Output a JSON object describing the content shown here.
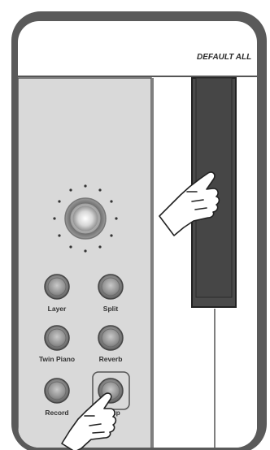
{
  "header": {
    "label": "DEFAULT ALL"
  },
  "buttons": {
    "layer": "Layer",
    "split": "Split",
    "twin_piano": "Twin Piano",
    "reverb": "Reverb",
    "record": "Record",
    "setup": "Setup"
  },
  "icons": {
    "hand_on_key": "pointing-hand-icon",
    "hand_on_button": "pointing-hand-icon"
  },
  "colors": {
    "frame": "#5a5a5a",
    "panel": "#d9d9d9",
    "black_key": "#4a4a4a",
    "button_ring": "#6b6b6b"
  }
}
